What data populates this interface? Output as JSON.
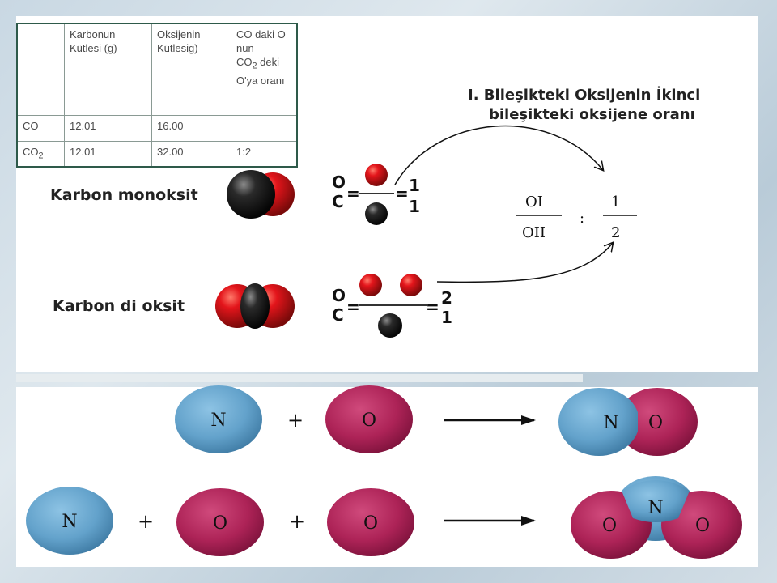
{
  "table": {
    "headers": [
      "",
      "Karbonun Kütlesi (g)",
      "Oksijenin Kütlesig)",
      "CO daki O nun"
    ],
    "header_ratio_line": "deki O'ya oranı",
    "header_co2_base": "CO",
    "header_co2_sub": "2",
    "rows": [
      {
        "formula_base": "CO",
        "formula_sub": "",
        "carbon_mass": "12.01",
        "oxygen_mass": "16.00",
        "ratio": ""
      },
      {
        "formula_base": "CO",
        "formula_sub": "2",
        "carbon_mass": "12.01",
        "oxygen_mass": "32.00",
        "ratio": "1:2"
      }
    ]
  },
  "labels": {
    "co": "Karbon monoksit",
    "co2": "Karbon di oksit"
  },
  "ratio_title": {
    "line1": "I. Bileşikteki Oksijenin İkinci",
    "line2": "bileşikteki oksijene oranı"
  },
  "formula_co": {
    "o": "O",
    "c": "C",
    "eq": "=",
    "num": "1",
    "den": "1"
  },
  "formula_co2": {
    "o": "O",
    "c": "C",
    "eq": "=",
    "num": "2",
    "den": "1"
  },
  "fraction": {
    "num_left": "OI",
    "den_left": "OII",
    "colon": ":",
    "num_right": "1",
    "den_right": "2"
  },
  "reactions": {
    "r1": {
      "a": "N",
      "plus": "+",
      "b": "O",
      "p1": "N",
      "p2": "O"
    },
    "r2": {
      "a": "N",
      "plus1": "+",
      "b": "O",
      "plus2": "+",
      "c": "O",
      "p_n": "N",
      "p_o1": "O",
      "p_o2": "O"
    }
  },
  "colors": {
    "nitrogen": "#6aa7cd",
    "oxygen_reaction": "#b0245a",
    "oxygen_atom": "#e0141b",
    "carbon_atom": "#1f1f1f",
    "table_border": "#2e5a4a"
  }
}
